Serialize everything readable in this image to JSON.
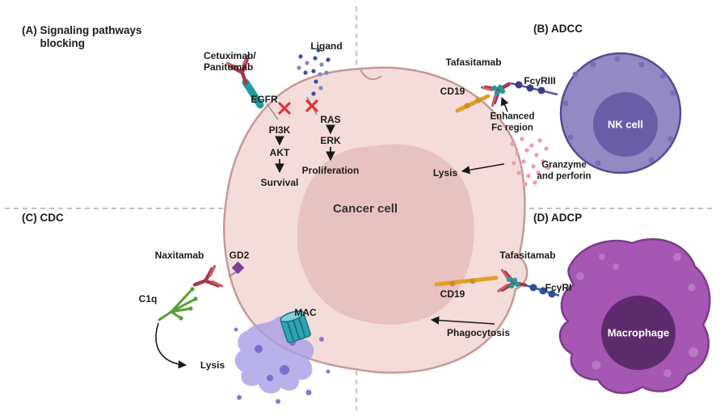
{
  "figure": {
    "center_label": "Cancer cell"
  },
  "panel_a": {
    "title": "(A) Signaling pathways\n      blocking",
    "antibody": "Cetuximab/\nPanitumab",
    "receptor": "EGFR",
    "ligand": "Ligand",
    "node_pi3k": "PI3K",
    "node_akt": "AKT",
    "node_survival": "Survival",
    "node_ras": "RAS",
    "node_erk": "ERK",
    "node_proliferation": "Proliferation"
  },
  "panel_b": {
    "title": "(B) ADCC",
    "antibody": "Tafasitamab",
    "receptor": "CD19",
    "fc_receptor": "FcγRIII",
    "fc_note": "Enhanced\nFc region",
    "effector_cell": "NK cell",
    "outcome": "Lysis",
    "granules": "Granzyme\nand perforin"
  },
  "panel_c": {
    "title": "(C) CDC",
    "antibody": "Naxitamab",
    "antigen": "GD2",
    "complement": "C1q",
    "outcome": "Lysis",
    "complex": "MAC"
  },
  "panel_d": {
    "title": "(D) ADCP",
    "antibody": "Tafasitamab",
    "receptor": "CD19",
    "fc_receptor": "FcγRI",
    "effector_cell": "Macrophage",
    "outcome": "Phagocytosis"
  },
  "colors": {
    "antibody_red": "#a83848",
    "egfr_teal": "#1f9e9e",
    "cd19_orange": "#e2a02a",
    "nk_cell_purple": "#938ac4",
    "macrophage_purple": "#a557b3",
    "cancer_cell_pink": "#f4dcda",
    "granzyme_pink": "#ef9cb6",
    "complement_green": "#55a032",
    "gd2_purple": "#7b3fa0",
    "mac_teal": "#2da4b4",
    "inhibition_red": "#e03434"
  }
}
